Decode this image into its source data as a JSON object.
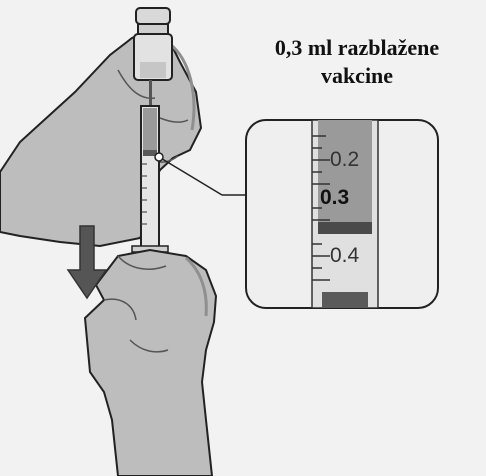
{
  "caption": {
    "line1": "0,3 ml razblažene",
    "line2": "vakcine"
  },
  "zoom": {
    "labels": [
      "0.2",
      "0.3",
      "0.4"
    ]
  },
  "colors": {
    "background": "#f2f2f2",
    "glove": "#bdbdbd",
    "glove_shadow": "#8f8f8f",
    "outline": "#222222",
    "arrow": "#555555",
    "liquid": "#9a9a9a"
  },
  "icons": {
    "direction": "down-arrow-icon"
  }
}
